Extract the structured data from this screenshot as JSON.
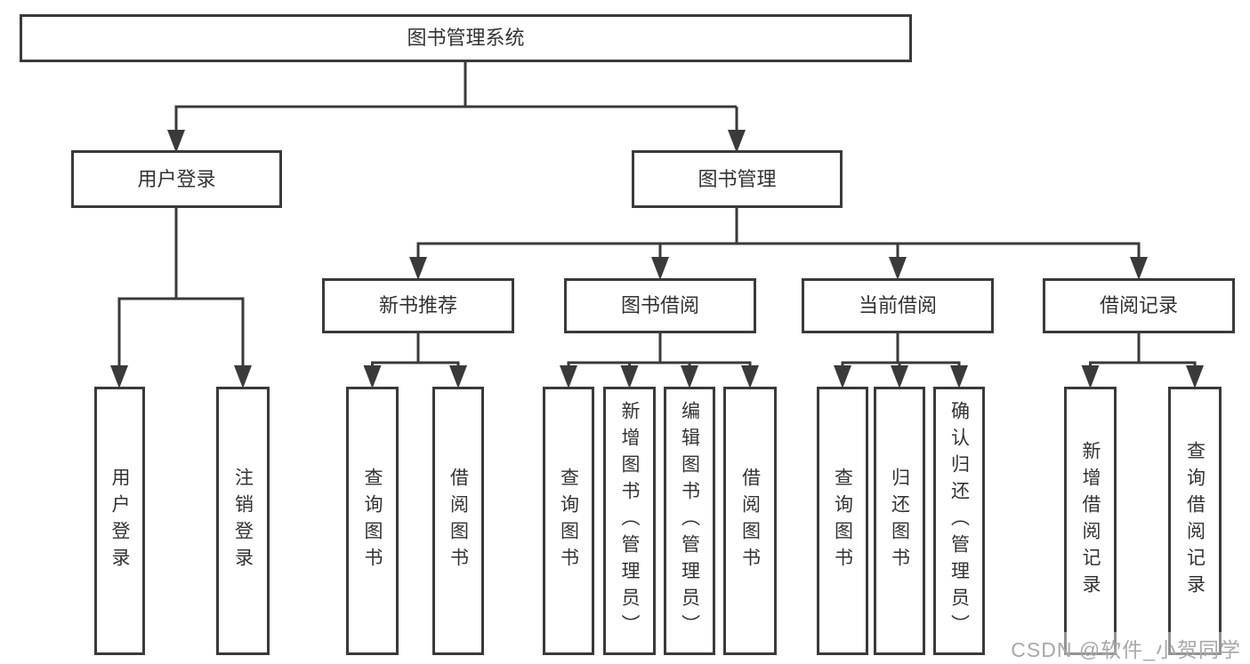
{
  "page": {
    "background": "#ffffff",
    "line_color": "#3a3a3a",
    "text_color": "#333333",
    "watermark": "CSDN @软件_小贺同学"
  },
  "diagram": {
    "type": "hierarchy-tree",
    "nodes": {
      "root": "图书管理系统",
      "level2": [
        "用户登录",
        "图书管理"
      ],
      "level3": [
        "新书推荐",
        "图书借阅",
        "当前借阅",
        "借阅记录"
      ],
      "leaves": [
        "用户登录",
        "注销登录",
        "查询图书",
        "借阅图书",
        "查询图书",
        "新增图书（管理员）",
        "编辑图书（管理员）",
        "借阅图书",
        "查询图书",
        "归还图书",
        "确认归还（管理员）",
        "新增借阅记录",
        "查询借阅记录"
      ]
    },
    "edges": [
      {
        "from": "图书管理系统",
        "to": [
          "用户登录",
          "图书管理"
        ]
      },
      {
        "from": "用户登录",
        "to": [
          "用户登录",
          "注销登录"
        ]
      },
      {
        "from": "图书管理",
        "to": [
          "新书推荐",
          "图书借阅",
          "当前借阅",
          "借阅记录"
        ]
      },
      {
        "from": "新书推荐",
        "to": [
          "查询图书",
          "借阅图书"
        ]
      },
      {
        "from": "图书借阅",
        "to": [
          "查询图书",
          "新增图书（管理员）",
          "编辑图书（管理员）",
          "借阅图书"
        ]
      },
      {
        "from": "当前借阅",
        "to": [
          "查询图书",
          "归还图书",
          "确认归还（管理员）"
        ]
      },
      {
        "from": "借阅记录",
        "to": [
          "新增借阅记录",
          "查询借阅记录"
        ]
      }
    ]
  }
}
